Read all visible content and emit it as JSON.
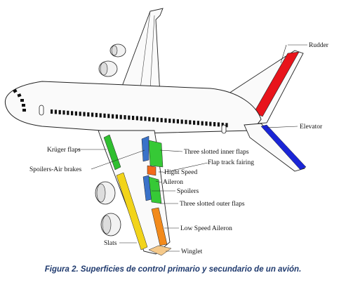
{
  "labels": {
    "rudder": "Rudder",
    "elevator": "Elevator",
    "kruger_flaps": "Krüger flaps",
    "spoilers_air_brakes": "Spoilers-Air brakes",
    "three_slotted_inner_flaps": "Three slotted inner flaps",
    "flap_track_fairing": "Flap track fairing",
    "hight_speed": "Hight Speed",
    "aileron": "Aileron",
    "spoilers": "Spoilers",
    "three_slotted_outer_flaps": "Three slotted outer flaps",
    "low_speed_aileron": "Low Speed Aileron",
    "slats": "Slats",
    "winglet": "Winglet"
  },
  "caption": "Figura 2. Superficies de control primario y secundario de un avión.",
  "colors": {
    "rudder": "#e8141b",
    "elevator": "#1a25d6",
    "kruger_flaps": "#2fbf2f",
    "spoilers": "#3a72c9",
    "inner_flaps": "#36c936",
    "high_speed_aileron": "#f26a1b",
    "slats": "#f2d41a",
    "low_speed_aileron": "#f28a1b",
    "winglet": "#f5c98a",
    "caption": "#1f3a6e"
  }
}
